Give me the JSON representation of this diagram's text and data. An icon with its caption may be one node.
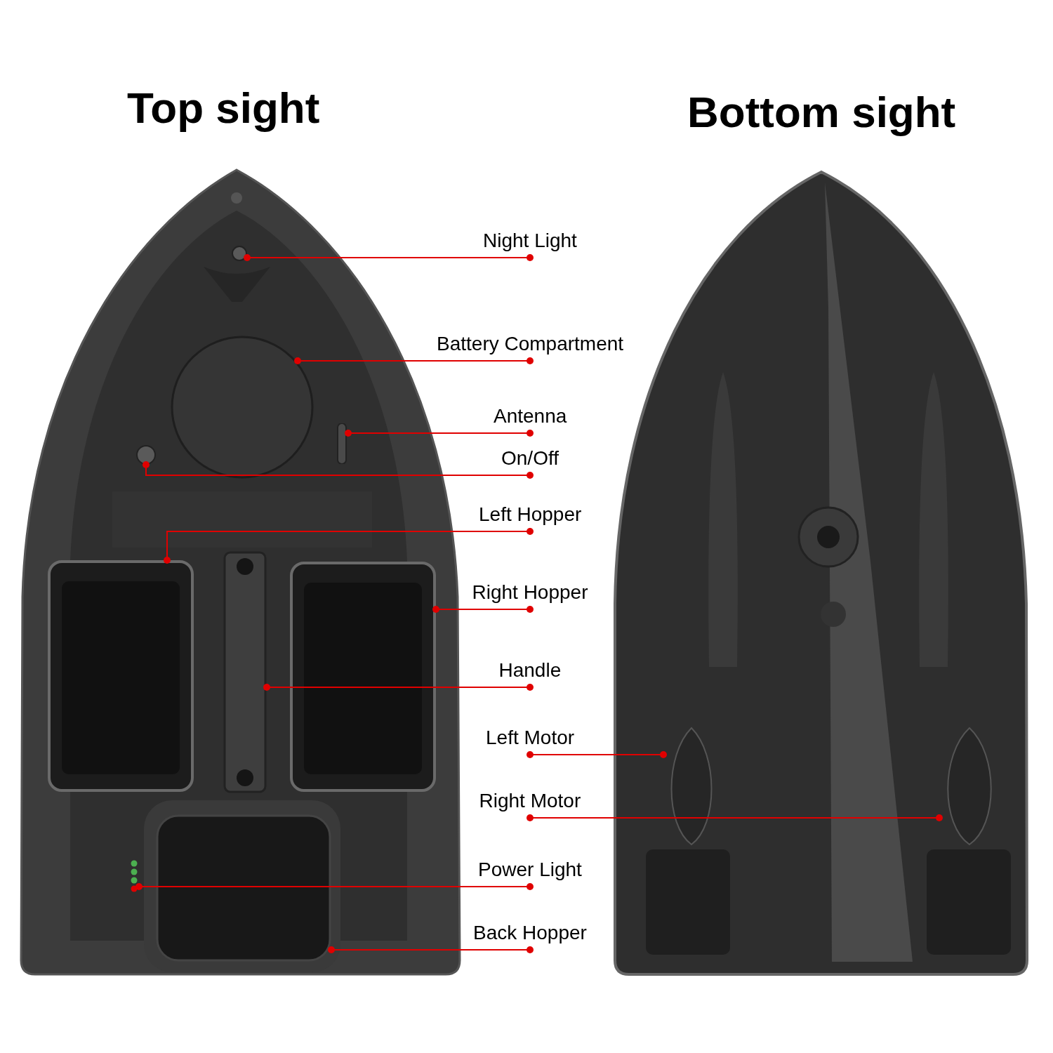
{
  "diagram": {
    "nodes": [
      {
        "text": [
          "Top sight"
        ]
      },
      {
        "text": [
          "Bottom sight"
        ]
      },
      {
        "text": [
          "Night Light"
        ]
      },
      {
        "text": [
          "Battery Compartment"
        ]
      },
      {
        "text": [
          "Antenna"
        ]
      },
      {
        "text": [
          "On/Off"
        ]
      },
      {
        "text": [
          "Left Hopper"
        ]
      },
      {
        "text": [
          "Right Hopper"
        ]
      },
      {
        "text": [
          "Handle"
        ]
      },
      {
        "text": [
          "Left Motor"
        ]
      },
      {
        "text": [
          "Right Motor"
        ]
      },
      {
        "text": [
          "Power Light"
        ]
      },
      {
        "text": [
          "Back Hopper"
        ]
      },
      {
        "text": [],
        "shape": "circle",
        "in": 0
      },
      {
        "text": [],
        "shape": "circle",
        "in": 0
      },
      {
        "text": [],
        "shape": "bar",
        "in": 0
      },
      {
        "text": [],
        "shape": "circle",
        "in": 0
      },
      {
        "text": [],
        "shape": "box",
        "in": 0
      },
      {
        "text": [],
        "shape": "box",
        "in": 0
      },
      {
        "text": [],
        "shape": "bar",
        "in": 0
      },
      {
        "text": [],
        "shape": "cone",
        "in": 1
      },
      {
        "text": [],
        "shape": "cone",
        "in": 1
      },
      {
        "text": [],
        "shape": "bar",
        "in": 0
      },
      {
        "text": [],
        "shape": "box",
        "in": 0
      }
    ],
    "edges": [
      {
        "from": 2,
        "to": 13,
        "arrow": "other"
      },
      {
        "from": 3,
        "to": 14,
        "arrow": "other"
      },
      {
        "from": 4,
        "to": 15,
        "arrow": "other"
      },
      {
        "from": 5,
        "to": 16,
        "arrow": "other"
      },
      {
        "from": 6,
        "to": 17,
        "arrow": "other"
      },
      {
        "from": 7,
        "to": 18,
        "arrow": "other"
      },
      {
        "from": 8,
        "to": 19,
        "arrow": "other"
      },
      {
        "from": 9,
        "to": 20,
        "arrow": "other"
      },
      {
        "from": 10,
        "to": 21,
        "arrow": "other"
      },
      {
        "from": 11,
        "to": 22,
        "arrow": "other"
      },
      {
        "from": 12,
        "to": 23,
        "arrow": "other"
      }
    ]
  }
}
